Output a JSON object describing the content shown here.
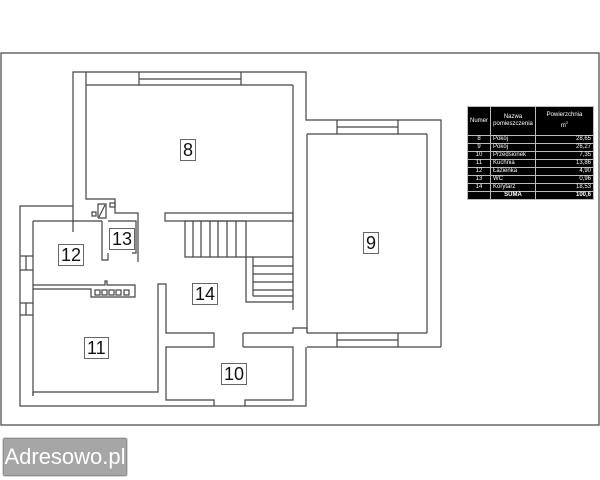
{
  "plan": {
    "rooms": [
      {
        "id": "8",
        "label": "8"
      },
      {
        "id": "9",
        "label": "9"
      },
      {
        "id": "10",
        "label": "10"
      },
      {
        "id": "11",
        "label": "11"
      },
      {
        "id": "12",
        "label": "12"
      },
      {
        "id": "13",
        "label": "13"
      },
      {
        "id": "14",
        "label": "14"
      }
    ]
  },
  "legend": {
    "headers": {
      "number": "Numer",
      "name": "Nazwa pomieszczenia",
      "area": "Powierzchnia",
      "area_unit": "m",
      "area_unit_exp": "2"
    },
    "rows": [
      {
        "number": "8",
        "name": "Pokój",
        "area": "28,65"
      },
      {
        "number": "9",
        "name": "Pokój",
        "area": "26,27"
      },
      {
        "number": "10",
        "name": "Przedsionek",
        "area": "7,35"
      },
      {
        "number": "11",
        "name": "Kuchnia",
        "area": "13,86"
      },
      {
        "number": "12",
        "name": "Łazienka",
        "area": "4,90"
      },
      {
        "number": "13",
        "name": "WC",
        "area": "0,96"
      },
      {
        "number": "14",
        "name": "Korytarz",
        "area": "18,53"
      }
    ],
    "sum": {
      "label": "SUMA",
      "value": "100,6"
    }
  },
  "watermark": {
    "text": "Adresowo.pl"
  },
  "colors": {
    "wall": "#444444",
    "table_bg": "#000000",
    "watermark_bg": "#a6a6a6"
  }
}
